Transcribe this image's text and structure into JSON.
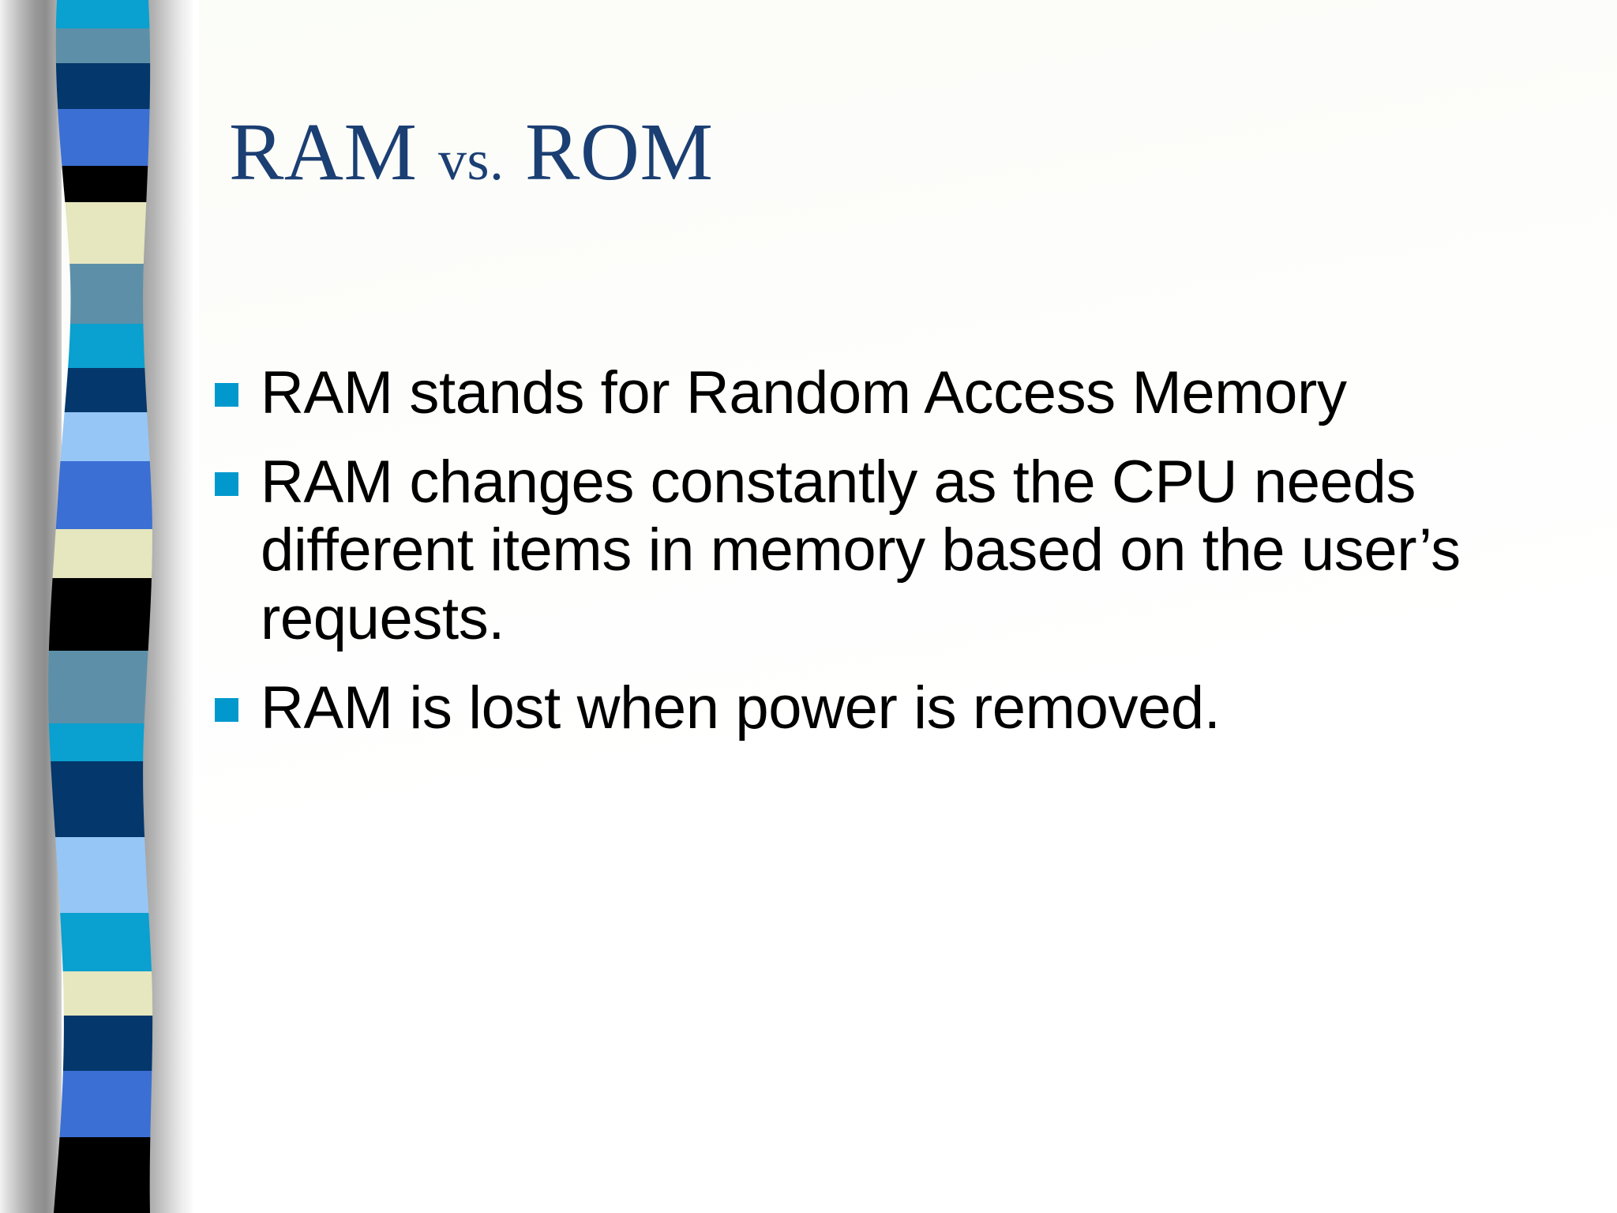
{
  "slide": {
    "title": "RAM vs. ROM",
    "title_parts": {
      "lead": "RAM ",
      "vs": "vs.",
      "trail": " ROM"
    },
    "title_color": "#1b3f73",
    "background_color": "#ffffff",
    "bullet_marker_color": "#0199cd",
    "body_text_color": "#000000",
    "bullets": [
      {
        "text": "RAM stands for Random Access Memory"
      },
      {
        "text": "RAM changes constantly as the CPU needs different items in memory based on the user’s requests."
      },
      {
        "text": "RAM is lost when power is removed."
      }
    ]
  },
  "decoration": {
    "name": "left-border-ribbon",
    "metal_colors": [
      "#f2f2f2",
      "#9a9a9a",
      "#bdbdbd",
      "#fbfbfb"
    ],
    "band_colors": [
      "#0aa0cf",
      "#5d90a8",
      "#04376b",
      "#3b6fd4",
      "#000000",
      "#e6e6bf",
      "#5d90a8",
      "#0aa0cf",
      "#04376b",
      "#96c6f5",
      "#3b6fd4",
      "#e6e6bf",
      "#000000",
      "#5d90a8",
      "#0aa0cf",
      "#04376b",
      "#96c6f5",
      "#0aa0cf",
      "#e6e6bf",
      "#04376b",
      "#3b6fd4",
      "#000000"
    ]
  }
}
